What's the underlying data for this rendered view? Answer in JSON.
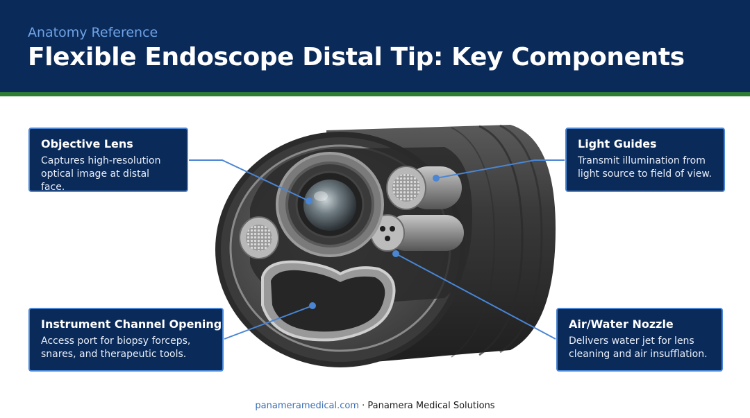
{
  "header": {
    "eyebrow": "Anatomy Reference",
    "title": "Flexible Endoscope Distal Tip: Key Components"
  },
  "callouts": {
    "objective_lens": {
      "title": "Objective Lens",
      "description": "Captures high-resolution optical image at distal face."
    },
    "light_guides": {
      "title": "Light Guides",
      "description": "Transmit illumination from light source to field of view."
    },
    "instrument_channel": {
      "title": "Instrument Channel Opening",
      "description": "Access port for biopsy forceps, snares, and therapeutic tools."
    },
    "air_water_nozzle": {
      "title": "Air/Water Nozzle",
      "description": "Delivers water jet for lens cleaning and air insufflation."
    }
  },
  "footer": {
    "url": "panameramedical.com",
    "separator": " · ",
    "company": "Panamera Medical Solutions"
  },
  "colors": {
    "header_bg": "#0a2a5a",
    "accent_stripe": "#2e7d32",
    "eyebrow": "#6fa3e6",
    "callout_border": "#4a86d4",
    "leader_line": "#4a86d4"
  }
}
